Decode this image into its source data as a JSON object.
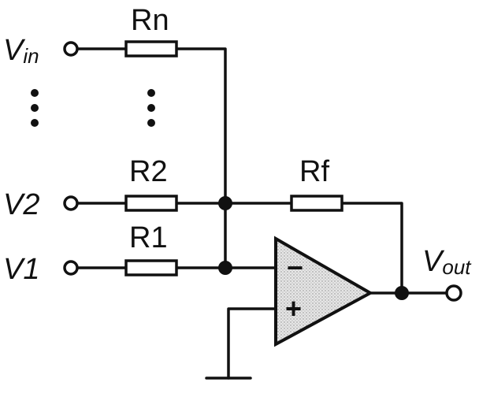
{
  "inputs": [
    {
      "symbol": "V",
      "subscript": "in"
    },
    {
      "symbol": "V2",
      "subscript": ""
    },
    {
      "symbol": "V1",
      "subscript": ""
    }
  ],
  "resistors": {
    "rn": "Rn",
    "r2": "R2",
    "r1": "R1",
    "rf": "Rf"
  },
  "output": {
    "symbol": "V",
    "subscript": "out"
  },
  "opamp": {
    "inverting": "−",
    "noninverting": "+"
  },
  "colors": {
    "ink": "#111111",
    "opamp_fill": "#d4d4d4",
    "background": "#ffffff"
  }
}
